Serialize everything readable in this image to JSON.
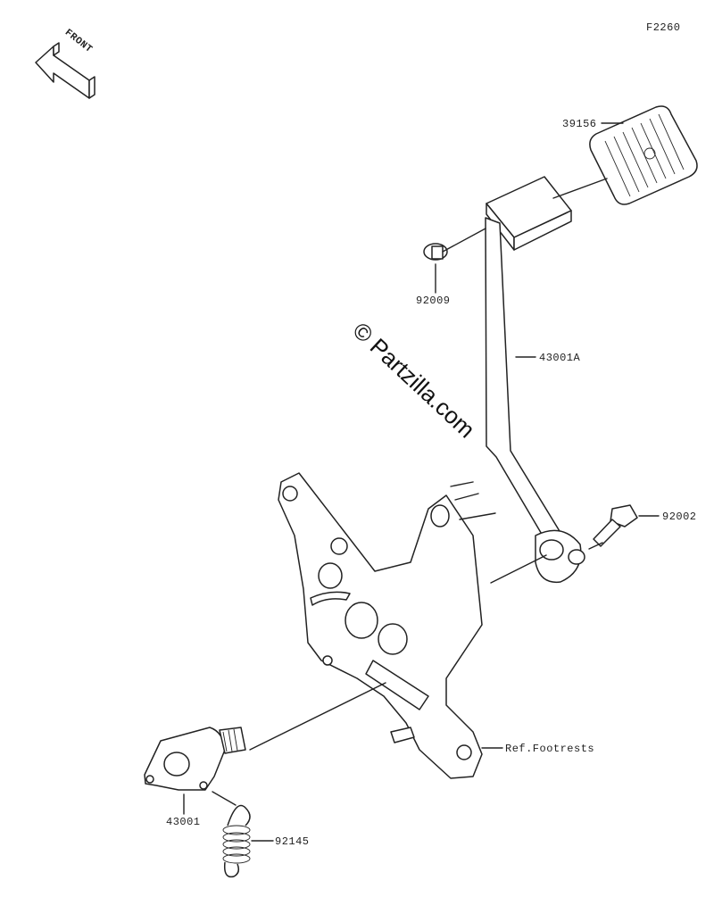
{
  "diagram": {
    "figure_code": "F2260",
    "front_arrow_text": "FRONT",
    "watermark": "© Partzilla.com",
    "callouts": [
      {
        "id": "pad",
        "label": "39156"
      },
      {
        "id": "nut",
        "label": "92009"
      },
      {
        "id": "pedal",
        "label": "43001A"
      },
      {
        "id": "bolt",
        "label": "92002"
      },
      {
        "id": "footrest_ref",
        "label": "Ref.Footrests"
      },
      {
        "id": "lever",
        "label": "43001"
      },
      {
        "id": "spring",
        "label": "92145"
      }
    ]
  }
}
